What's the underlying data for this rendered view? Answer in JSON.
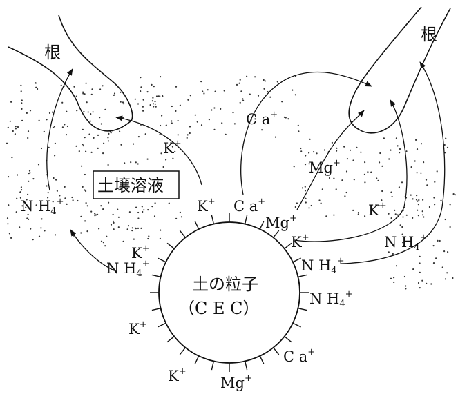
{
  "roots": [
    {
      "id": "left",
      "label": "根"
    },
    {
      "id": "right",
      "label": "根"
    }
  ],
  "soil_solution_label": "土壌溶液",
  "particle": {
    "line1": "土の粒子",
    "line2": "（C E C）"
  },
  "ions": [
    {
      "id": "k_left_top",
      "base": "K",
      "sup": "+"
    },
    {
      "id": "ca_top",
      "base": "C a",
      "sup": "+"
    },
    {
      "id": "mg_top",
      "base": "Mg",
      "sup": "+"
    },
    {
      "id": "nh4_left",
      "base": "N H",
      "sub": "4",
      "sup": "+"
    },
    {
      "id": "k_above_particle",
      "base": "K",
      "sup": "+"
    },
    {
      "id": "ca_above_particle",
      "base": "C a",
      "sup": "+"
    },
    {
      "id": "mg_particle_right",
      "base": "Mg",
      "sup": "+"
    },
    {
      "id": "k_particle_right",
      "base": "K",
      "sup": "+"
    },
    {
      "id": "k_right",
      "base": "K",
      "sup": "+"
    },
    {
      "id": "nh4_right",
      "base": "N H",
      "sub": "4",
      "sup": "+"
    },
    {
      "id": "k_particle_left",
      "base": "K",
      "sup": "+"
    },
    {
      "id": "nh4_particle_left",
      "base": "N H",
      "sub": "4",
      "sup": "+"
    },
    {
      "id": "nh4_particle_right1",
      "base": "N H",
      "sub": "4",
      "sup": "+"
    },
    {
      "id": "nh4_particle_right2",
      "base": "N H",
      "sub": "4",
      "sup": "+"
    },
    {
      "id": "k_particle_lower_left",
      "base": "K",
      "sup": "+"
    },
    {
      "id": "ca_particle_lower_right",
      "base": "C a",
      "sup": "+"
    },
    {
      "id": "k_particle_bottom",
      "base": "K",
      "sup": "+"
    },
    {
      "id": "mg_particle_bottom",
      "base": "Mg",
      "sup": "+"
    }
  ]
}
